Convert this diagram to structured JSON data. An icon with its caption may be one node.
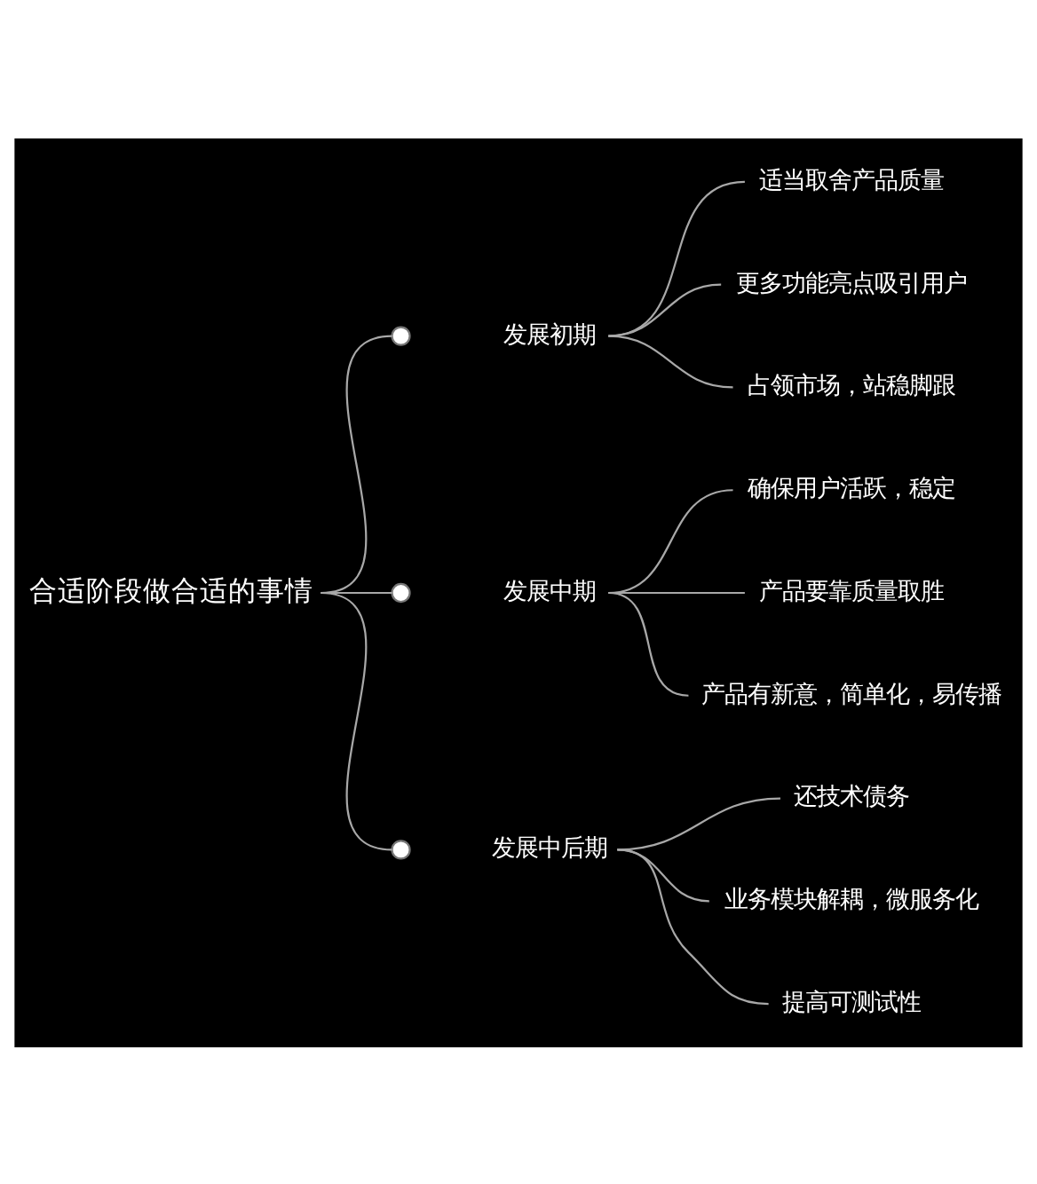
{
  "diagram": {
    "nodes": [
      {
        "text": [
          "合适阶段做合适的事情"
        ]
      },
      {
        "text": [],
        "shape": "circle"
      },
      {
        "text": [
          "发展初期"
        ]
      },
      {
        "text": [
          "适当取舍产品质量"
        ]
      },
      {
        "text": [
          "更多功能亮点吸引用户"
        ]
      },
      {
        "text": [
          "占领市场，站稳脚跟"
        ]
      },
      {
        "text": [],
        "shape": "circle"
      },
      {
        "text": [
          "发展中期"
        ]
      },
      {
        "text": [
          "确保用户活跃，稳定"
        ]
      },
      {
        "text": [
          "产品要靠质量取胜"
        ]
      },
      {
        "text": [
          "产品有新意，简单化，易传播"
        ]
      },
      {
        "text": [],
        "shape": "circle"
      },
      {
        "text": [
          "发展中后期"
        ]
      },
      {
        "text": [
          "还技术债务"
        ]
      },
      {
        "text": [
          "业务模块解耦，微服务化"
        ]
      },
      {
        "text": [
          "提高可测试性"
        ]
      }
    ],
    "edges": [
      {
        "from": 0,
        "to": 1,
        "arrow": "none"
      },
      {
        "from": 0,
        "to": 6,
        "arrow": "none"
      },
      {
        "from": 0,
        "to": 11,
        "arrow": "none"
      },
      {
        "from": 2,
        "to": 3,
        "arrow": "none"
      },
      {
        "from": 2,
        "to": 4,
        "arrow": "none"
      },
      {
        "from": 2,
        "to": 5,
        "arrow": "none"
      },
      {
        "from": 7,
        "to": 8,
        "arrow": "none"
      },
      {
        "from": 7,
        "to": 9,
        "arrow": "none"
      },
      {
        "from": 7,
        "to": 10,
        "arrow": "none"
      },
      {
        "from": 12,
        "to": 13,
        "arrow": "none"
      },
      {
        "from": 12,
        "to": 14,
        "arrow": "none"
      },
      {
        "from": 12,
        "to": 15,
        "arrow": "none"
      }
    ]
  }
}
